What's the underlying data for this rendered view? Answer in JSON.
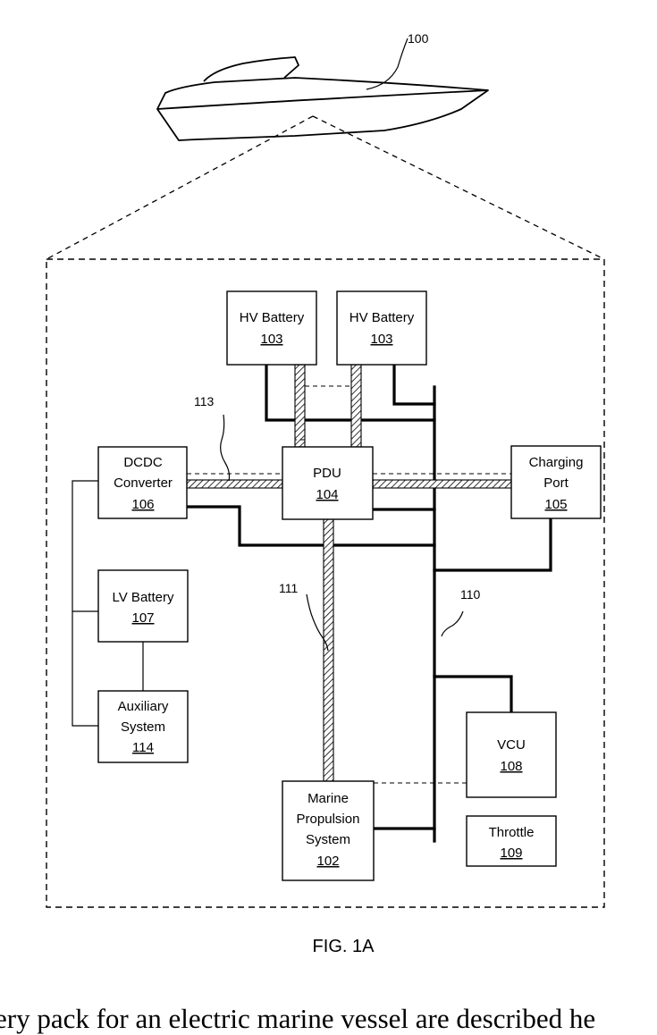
{
  "diagram": {
    "vessel_ref": "100",
    "components": {
      "hv_battery_1": {
        "label": "HV Battery",
        "ref": "103"
      },
      "hv_battery_2": {
        "label": "HV Battery",
        "ref": "103"
      },
      "dcdc": {
        "label_line1": "DCDC",
        "label_line2": "Converter",
        "ref": "106"
      },
      "pdu": {
        "label": "PDU",
        "ref": "104"
      },
      "charging_port": {
        "label_line1": "Charging",
        "label_line2": "Port",
        "ref": "105"
      },
      "lv_battery": {
        "label": "LV Battery",
        "ref": "107"
      },
      "auxiliary": {
        "label_line1": "Auxiliary",
        "label_line2": "System",
        "ref": "114"
      },
      "vcu": {
        "label": "VCU",
        "ref": "108"
      },
      "marine_propulsion": {
        "label_line1": "Marine",
        "label_line2": "Propulsion",
        "label_line3": "System",
        "ref": "102"
      },
      "throttle": {
        "label": "Throttle",
        "ref": "109"
      }
    },
    "lead_refs": {
      "cable_113": "113",
      "cable_111": "111",
      "bus_110": "110"
    },
    "figure_label": "FIG. 1A"
  },
  "page_text": "ery pack for an electric marine vessel are described he"
}
